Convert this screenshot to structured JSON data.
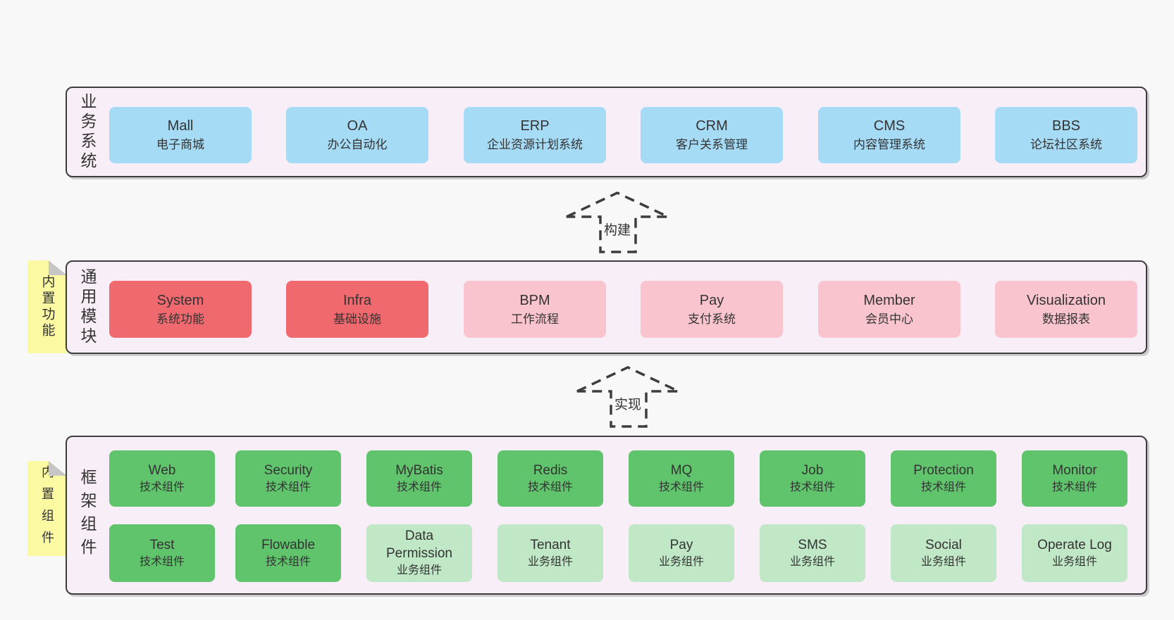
{
  "colors": {
    "page_bg": "#f8f8f8",
    "panel_bg": "#f8eef7",
    "panel_border": "#3d3d3d",
    "blue_box": "#a6dbf5",
    "red_box": "#f0696e",
    "pink_box": "#f9c4ce",
    "green_box": "#5fc46b",
    "light_green_box": "#c0e8c6",
    "note_bg": "#fbfaa2",
    "text": "#333333"
  },
  "arrows": [
    {
      "label": "构建"
    },
    {
      "label": "实现"
    }
  ],
  "sections": {
    "business": {
      "label": "业务系统",
      "boxes": [
        {
          "title": "Mall",
          "subtitle": "电子商城",
          "variant": "blue"
        },
        {
          "title": "OA",
          "subtitle": "办公自动化",
          "variant": "blue"
        },
        {
          "title": "ERP",
          "subtitle": "企业资源计划系统",
          "variant": "blue"
        },
        {
          "title": "CRM",
          "subtitle": "客户关系管理",
          "variant": "blue"
        },
        {
          "title": "CMS",
          "subtitle": "内容管理系统",
          "variant": "blue"
        },
        {
          "title": "BBS",
          "subtitle": "论坛社区系统",
          "variant": "blue"
        }
      ]
    },
    "modules": {
      "label": "通用模块",
      "note": "内置功能",
      "boxes": [
        {
          "title": "System",
          "subtitle": "系统功能",
          "variant": "red"
        },
        {
          "title": "Infra",
          "subtitle": "基础设施",
          "variant": "red"
        },
        {
          "title": "BPM",
          "subtitle": "工作流程",
          "variant": "pink"
        },
        {
          "title": "Pay",
          "subtitle": "支付系统",
          "variant": "pink"
        },
        {
          "title": "Member",
          "subtitle": "会员中心",
          "variant": "pink"
        },
        {
          "title": "Visualization",
          "subtitle": "数据报表",
          "variant": "pink"
        }
      ]
    },
    "components": {
      "label": "框架组件",
      "note": "内置组件",
      "row1": [
        {
          "title": "Web",
          "subtitle": "技术组件",
          "variant": "green"
        },
        {
          "title": "Security",
          "subtitle": "技术组件",
          "variant": "green"
        },
        {
          "title": "MyBatis",
          "subtitle": "技术组件",
          "variant": "green"
        },
        {
          "title": "Redis",
          "subtitle": "技术组件",
          "variant": "green"
        },
        {
          "title": "MQ",
          "subtitle": "技术组件",
          "variant": "green"
        },
        {
          "title": "Job",
          "subtitle": "技术组件",
          "variant": "green"
        },
        {
          "title": "Protection",
          "subtitle": "技术组件",
          "variant": "green"
        },
        {
          "title": "Monitor",
          "subtitle": "技术组件",
          "variant": "green"
        }
      ],
      "row2": [
        {
          "title": "Test",
          "subtitle": "技术组件",
          "variant": "green"
        },
        {
          "title": "Flowable",
          "subtitle": "技术组件",
          "variant": "green"
        },
        {
          "title": "Data Permission",
          "subtitle": "业务组件",
          "variant": "light-green"
        },
        {
          "title": "Tenant",
          "subtitle": "业务组件",
          "variant": "light-green"
        },
        {
          "title": "Pay",
          "subtitle": "业务组件",
          "variant": "light-green"
        },
        {
          "title": "SMS",
          "subtitle": "业务组件",
          "variant": "light-green"
        },
        {
          "title": "Social",
          "subtitle": "业务组件",
          "variant": "light-green"
        },
        {
          "title": "Operate Log",
          "subtitle": "业务组件",
          "variant": "light-green"
        }
      ]
    }
  }
}
